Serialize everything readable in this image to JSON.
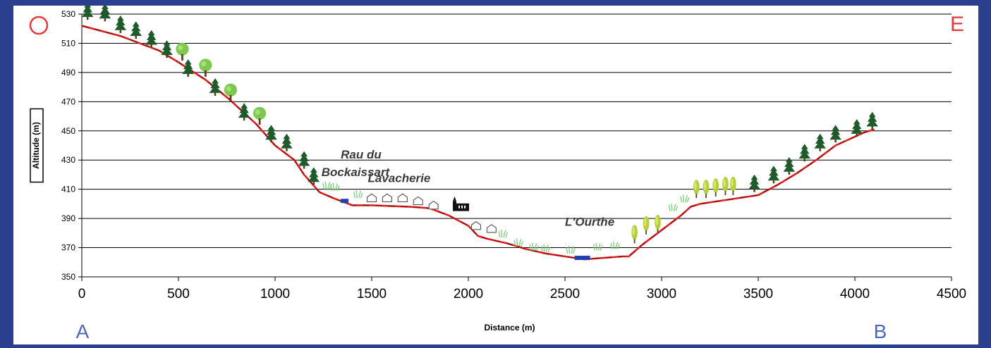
{
  "chart_data": {
    "type": "line",
    "title": "",
    "xlabel": "Distance (m)",
    "ylabel": "Altitude (m)",
    "xlim": [
      0,
      4500
    ],
    "ylim": [
      350,
      530
    ],
    "x_ticks": [
      "0",
      "500",
      "1000",
      "1500",
      "2000",
      "2500",
      "3000",
      "3500",
      "4000",
      "4500"
    ],
    "y_ticks": [
      "350",
      "370",
      "390",
      "410",
      "430",
      "450",
      "470",
      "490",
      "510",
      "530"
    ],
    "grid": "horizontal",
    "colors": {
      "profile": "#e02020",
      "frame": "#2b3f8f",
      "river": "#2040b0",
      "conifer": "#1e5a2a",
      "deciduous": "#7ec850",
      "meadow": "#7fcf7f"
    },
    "series": [
      {
        "x": [
          0,
          200,
          400,
          500,
          640,
          760,
          900,
          1000,
          1100,
          1150,
          1230,
          1300,
          1400,
          1500,
          1700,
          1800,
          1900,
          2000,
          2050,
          2100,
          2200,
          2300,
          2400,
          2500,
          2600,
          2700,
          2800,
          2830,
          2900,
          3000,
          3100,
          3150,
          3200,
          3300,
          3400,
          3500,
          3600,
          3700,
          3800,
          3900,
          4000,
          4050,
          4100
        ],
        "y": [
          522,
          515,
          505,
          497,
          485,
          472,
          455,
          440,
          430,
          420,
          408,
          404,
          399,
          399,
          398,
          397,
          392,
          385,
          378,
          376,
          373,
          369,
          366,
          364,
          362,
          363,
          364,
          364,
          372,
          382,
          392,
          398,
          400,
          402,
          404,
          406,
          413,
          421,
          430,
          440,
          446,
          449,
          451
        ]
      }
    ],
    "annotations": [
      {
        "text": "Rau du",
        "x": 1340,
        "y": 431
      },
      {
        "text": "Bockaissart",
        "x": 1240,
        "y": 419
      },
      {
        "text": "Lavacherie",
        "x": 1480,
        "y": 415
      },
      {
        "text": "L'Ourthe",
        "x": 2500,
        "y": 385
      }
    ],
    "corner_labels": {
      "top_left": "O",
      "top_right": "E",
      "bottom_left": "A",
      "bottom_right": "B"
    },
    "markers": {
      "conifers": [
        [
          30,
          526
        ],
        [
          120,
          525
        ],
        [
          200,
          517
        ],
        [
          280,
          513
        ],
        [
          360,
          507
        ],
        [
          440,
          500
        ],
        [
          550,
          487
        ],
        [
          690,
          474
        ],
        [
          840,
          457
        ],
        [
          980,
          442
        ],
        [
          1060,
          436
        ],
        [
          1150,
          424
        ],
        [
          1200,
          413
        ],
        [
          3480,
          408
        ],
        [
          3580,
          414
        ],
        [
          3660,
          420
        ],
        [
          3740,
          429
        ],
        [
          3820,
          436
        ],
        [
          3900,
          442
        ],
        [
          4010,
          446
        ],
        [
          4090,
          451
        ]
      ],
      "deciduous": [
        [
          520,
          498
        ],
        [
          640,
          487
        ],
        [
          770,
          470
        ],
        [
          920,
          454
        ]
      ],
      "poplars": [
        [
          2860,
          373
        ],
        [
          2920,
          379
        ],
        [
          2980,
          380
        ],
        [
          3180,
          404
        ],
        [
          3230,
          404
        ],
        [
          3280,
          405
        ],
        [
          3330,
          406
        ],
        [
          3370,
          406
        ]
      ],
      "houses": [
        [
          1500,
          401
        ],
        [
          1580,
          401
        ],
        [
          1660,
          401
        ],
        [
          1740,
          399
        ],
        [
          1820,
          396
        ],
        [
          2040,
          382
        ],
        [
          2120,
          380
        ]
      ],
      "church": [
        1960,
        395
      ],
      "grass": [
        [
          1270,
          410
        ],
        [
          1310,
          409
        ],
        [
          1430,
          404
        ],
        [
          2180,
          377
        ],
        [
          2260,
          371
        ],
        [
          2340,
          368
        ],
        [
          2400,
          367
        ],
        [
          2530,
          366
        ],
        [
          2670,
          368
        ],
        [
          2760,
          369
        ],
        [
          3060,
          395
        ],
        [
          3120,
          401
        ]
      ],
      "river_marks": [
        [
          1360,
          402,
          40
        ],
        [
          2590,
          363,
          80
        ]
      ]
    }
  }
}
